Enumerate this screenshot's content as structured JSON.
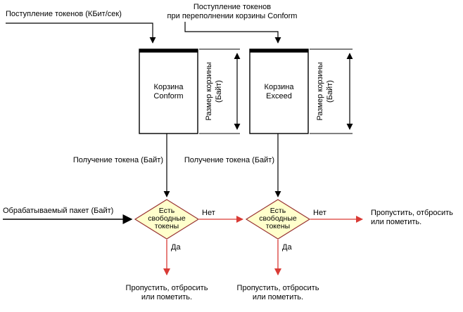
{
  "colors": {
    "line_black": "#000000",
    "arrow_red": "#d93a35",
    "diamond_fill": "#ffffcc",
    "diamond_stroke": "#993333"
  },
  "top": {
    "arrival_label": "Поступление токенов (КБит/сек)",
    "overflow_label_line1": "Поступление токенов",
    "overflow_label_line2": "при переполнении корзины Conform"
  },
  "buckets": {
    "conform": {
      "line1": "Корзина",
      "line2": "Conform"
    },
    "exceed": {
      "line1": "Корзина",
      "line2": "Exceed"
    },
    "size_label_line1": "Размер корзины",
    "size_label_line2": "(Байт)"
  },
  "flow": {
    "token_get_label": "Получение токена (Байт)",
    "packet_label": "Обрабатываемый пакет (Байт)",
    "decision_line1": "Есть",
    "decision_line2": "свободные",
    "decision_line3": "токены",
    "yes": "Да",
    "no": "Нет",
    "outcome_line1": "Пропустить, отбросить",
    "outcome_line2": "или пометить."
  }
}
